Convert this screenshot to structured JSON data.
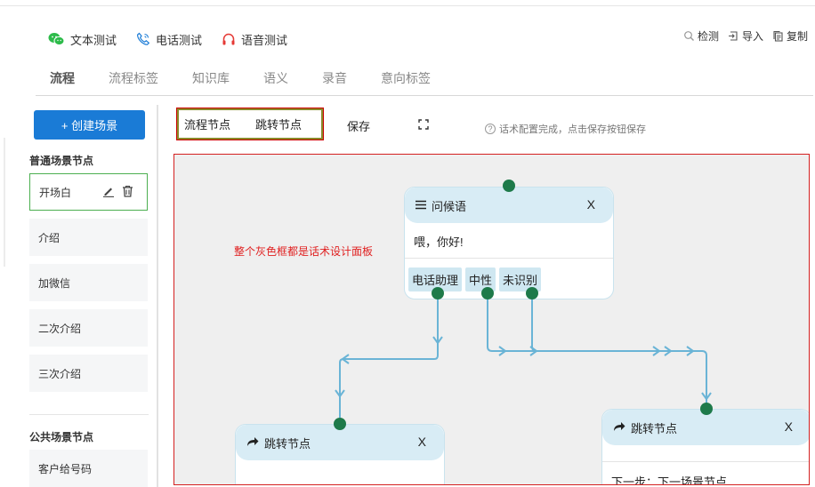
{
  "header": {
    "tests": [
      {
        "label": "文本测试",
        "icon": "wechat-icon"
      },
      {
        "label": "电话测试",
        "icon": "phone-icon"
      },
      {
        "label": "语音测试",
        "icon": "headphone-icon"
      }
    ],
    "tools": [
      {
        "label": "检测",
        "icon": "search-icon"
      },
      {
        "label": "导入",
        "icon": "import-icon"
      },
      {
        "label": "复制",
        "icon": "copy-icon"
      }
    ]
  },
  "tabs": [
    "流程",
    "流程标签",
    "知识库",
    "语义",
    "录音",
    "意向标签"
  ],
  "active_tab": "流程",
  "sidebar": {
    "create_button": "+ 创建场景",
    "common_title": "普通场景节点",
    "common_scenes": [
      "开场白",
      "介绍",
      "加微信",
      "二次介绍",
      "三次介绍"
    ],
    "public_title": "公共场景节点",
    "public_scenes": [
      "客户给号码"
    ]
  },
  "toolbar": {
    "flow_node": "流程节点",
    "jump_node": "跳转节点",
    "save": "保存",
    "hint": "话术配置完成，点击保存按钮保存"
  },
  "canvas": {
    "annotation": "整个灰色框都是话术设计面板",
    "greeting_node": {
      "title": "问候语",
      "close": "X",
      "content": "喂，你好!",
      "tags": [
        "电话助理",
        "中性",
        "未识别"
      ]
    },
    "jump_node_left": {
      "title": "跳转节点",
      "close": "X"
    },
    "jump_node_right": {
      "title": "跳转节点",
      "close": "X",
      "content": "下一步：下一场景节点"
    }
  },
  "colors": {
    "primary": "#1a7bd6",
    "port": "#1e7a4a",
    "edge": "#6ab4d6",
    "node_header": "#d8ecf5",
    "annotation": "#e02020",
    "canvas_bg": "#efefef"
  }
}
